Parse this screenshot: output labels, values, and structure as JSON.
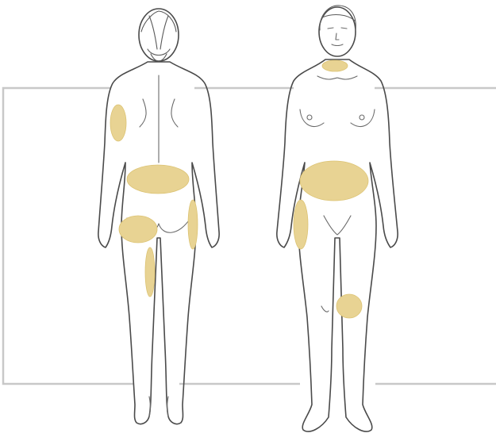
{
  "colors": {
    "zone": "#e8d393",
    "zone_edge": "#dcc373",
    "outline": "#4a4a4a",
    "frame": "#c8c8c8",
    "background": "#ffffff"
  },
  "figures": [
    {
      "view": "back",
      "zones": [
        "back-of-arm",
        "lower-back",
        "buttock",
        "back-of-thigh",
        "outer-thigh"
      ]
    },
    {
      "view": "front",
      "zones": [
        "throat",
        "abdomen",
        "outer-thigh",
        "knee"
      ]
    }
  ]
}
